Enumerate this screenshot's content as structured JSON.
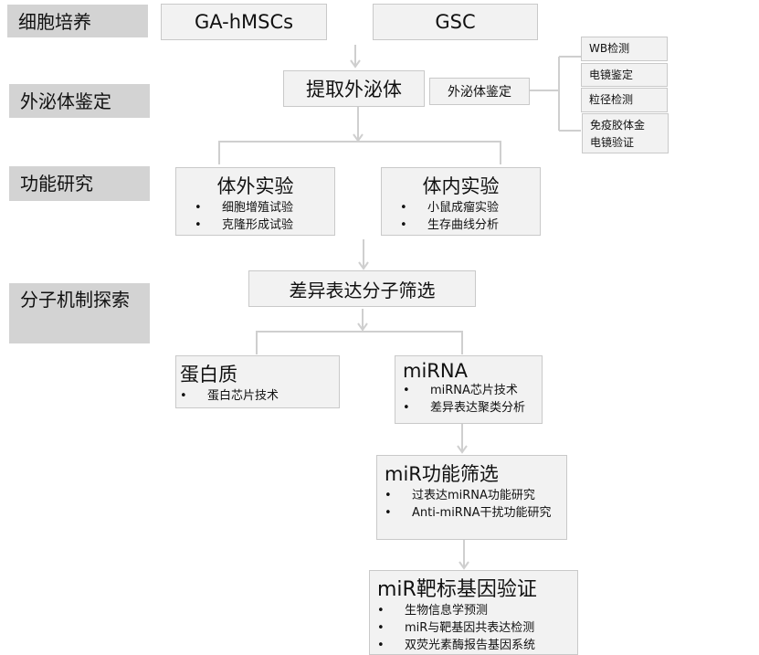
{
  "stages": [
    "细胞培养",
    "外泌体鉴定",
    "功能研究",
    "分子机制探索"
  ],
  "cells": [
    "GA-hMSCs",
    "GSC"
  ],
  "extract": "提取外泌体",
  "identify": {
    "label": "外泌体鉴定",
    "methods": [
      "WB检测",
      "电镜鉴定",
      "粒径检测",
      "免疫胶体金电镜验证"
    ]
  },
  "invitro": {
    "title": "体外实验",
    "items": [
      "细胞增殖试验",
      "克隆形成试验"
    ]
  },
  "invivo": {
    "title": "体内实验",
    "items": [
      "小鼠成瘤实验",
      "生存曲线分析"
    ]
  },
  "screen": "差异表达分子筛选",
  "protein": {
    "title": "蛋白质",
    "items": [
      "蛋白芯片技术"
    ]
  },
  "mirna": {
    "title": "miRNA",
    "items": [
      "miRNA芯片技术",
      "差异表达聚类分析"
    ]
  },
  "func": {
    "title": "miR功能筛选",
    "items": [
      "过表达miRNA功能研究",
      "Anti-miRNA干扰功能研究"
    ]
  },
  "target": {
    "title": "miR靶标基因验证",
    "items": [
      "生物信息学预测",
      "miR与靶基因共表达检测",
      "双荧光素酶报告基因系统"
    ]
  }
}
